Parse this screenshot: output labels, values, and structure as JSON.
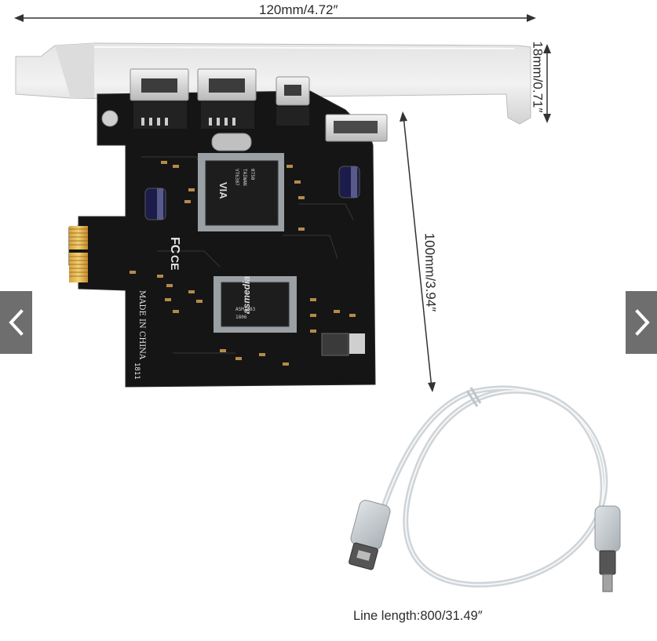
{
  "viewer": {
    "width_text": "120mm/4.72″",
    "bracket_height_text": "18mm/0.71″",
    "board_height_text": "100mm/3.94″",
    "cable_caption": "Line length:800/31.49″",
    "board_brand": "VIA",
    "chip2_brand": "asmedia",
    "ce_mark": "CE",
    "fcc_mark": "FC",
    "made_in": "MADE IN CHINA",
    "prev_icon": "chevron-left-icon",
    "next_icon": "chevron-right-icon",
    "accent_gray": "#555555"
  }
}
